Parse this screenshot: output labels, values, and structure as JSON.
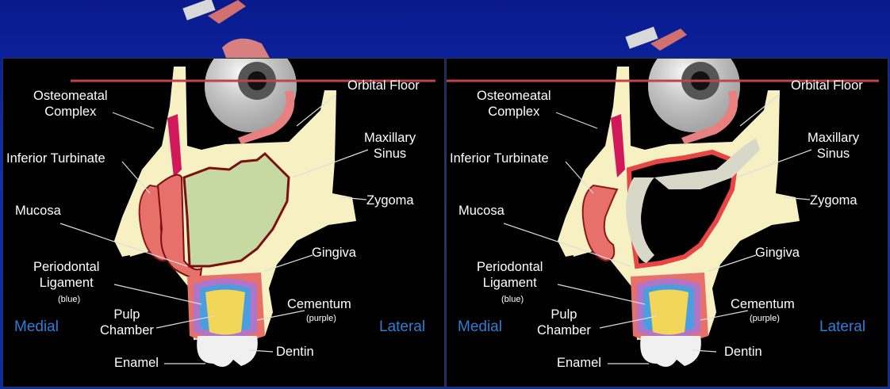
{
  "panels": [
    {
      "labels": {
        "osteomeatal": "Osteomeatal\nComplex",
        "orbital_floor": "Orbital Floor",
        "maxillary_sinus": "Maxillary\nSinus",
        "inferior_turbinate": "Inferior Turbinate",
        "zygoma": "Zygoma",
        "mucosa": "Mucosa",
        "gingiva": "Gingiva",
        "periodontal": "Periodontal\nLigament",
        "periodontal_note": "(blue)",
        "cementum": "Cementum",
        "cementum_note": "(purple)",
        "pulp": "Pulp\nChamber",
        "dentin": "Dentin",
        "enamel": "Enamel",
        "medial": "Medial",
        "lateral": "Lateral"
      }
    },
    {
      "labels": {
        "osteomeatal": "Osteomeatal\nComplex",
        "orbital_floor": "Orbital Floor",
        "maxillary_sinus": "Maxillary\nSinus",
        "inferior_turbinate": "Inferior Turbinate",
        "zygoma": "Zygoma",
        "mucosa": "Mucosa",
        "gingiva": "Gingiva",
        "periodontal": "Periodontal\nLigament",
        "periodontal_note": "(blue)",
        "cementum": "Cementum",
        "cementum_note": "(purple)",
        "pulp": "Pulp\nChamber",
        "dentin": "Dentin",
        "enamel": "Enamel",
        "medial": "Medial",
        "lateral": "Lateral"
      }
    }
  ],
  "colors": {
    "bone": "#f7f0c2",
    "mucosa": "#e8706a",
    "sinus_fill_left": "#c6d9a2",
    "periodontal": "#4a9ee0",
    "cementum": "#b075c8",
    "pulp": "#f2d65a",
    "enamel": "#f0f0f0",
    "side_label": "#2e7ed8",
    "orbit_line": "#c0444a"
  }
}
